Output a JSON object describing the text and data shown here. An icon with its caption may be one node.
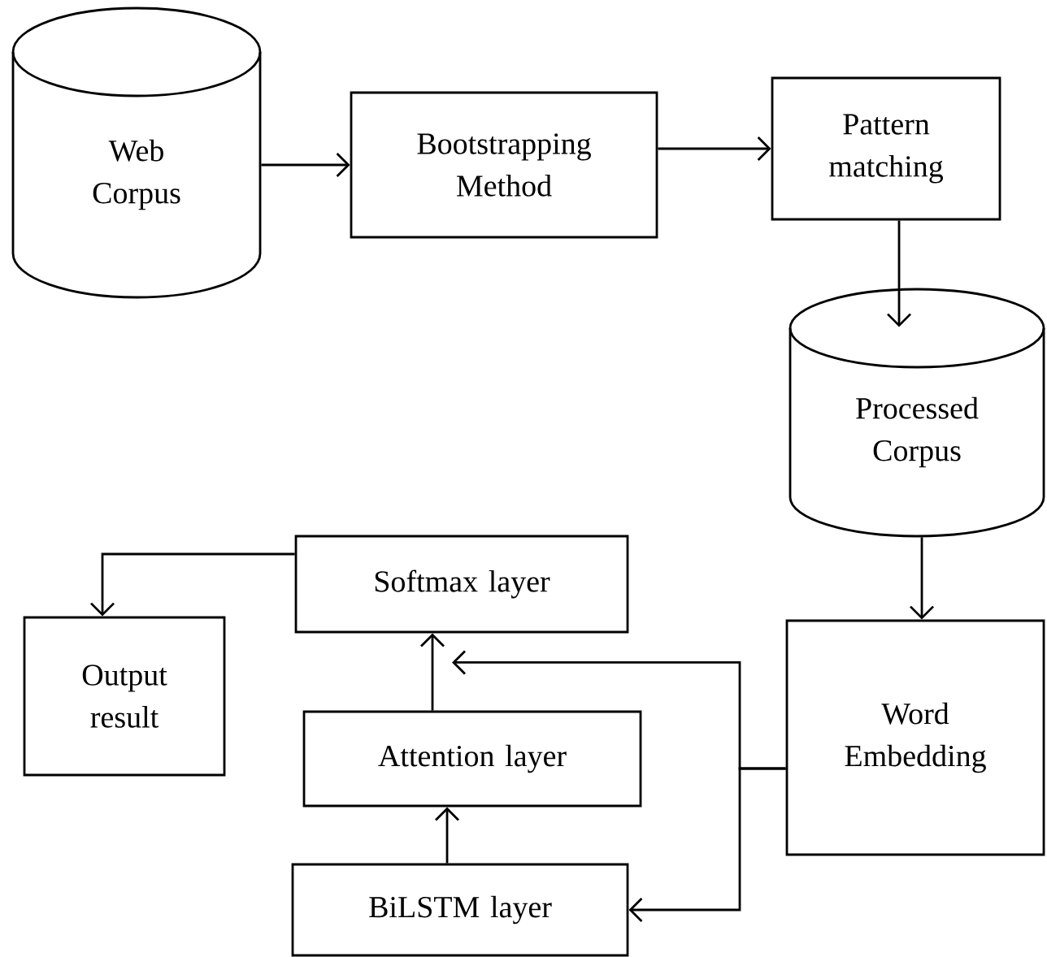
{
  "diagram": {
    "nodes": [
      {
        "text": [
          "Web Corpus"
        ]
      },
      {
        "text": [
          "Bootstrapping Method"
        ]
      },
      {
        "text": [
          "Pattern matching"
        ]
      },
      {
        "text": [
          "Processed Corpus"
        ]
      },
      {
        "text": [
          "Word Embedding"
        ]
      },
      {
        "text": [
          "Softmax layer"
        ]
      },
      {
        "text": [
          "Output result"
        ]
      },
      {
        "text": [
          "Attention layer"
        ]
      },
      {
        "text": [
          "BiLSTM layer"
        ]
      }
    ],
    "edges": [
      {
        "from": 0,
        "to": 1,
        "arrow": "to"
      },
      {
        "from": 1,
        "to": 2,
        "arrow": "to"
      },
      {
        "from": 2,
        "to": 3,
        "arrow": "to"
      },
      {
        "from": 3,
        "to": 4,
        "arrow": "to"
      },
      {
        "from": 4,
        "to": 5,
        "arrow": "to"
      },
      {
        "from": 4,
        "to": 8,
        "arrow": "to"
      },
      {
        "from": 8,
        "to": 7,
        "arrow": "to"
      },
      {
        "from": 7,
        "to": 5,
        "arrow": "to"
      },
      {
        "from": 5,
        "to": 6,
        "arrow": "to"
      }
    ]
  }
}
